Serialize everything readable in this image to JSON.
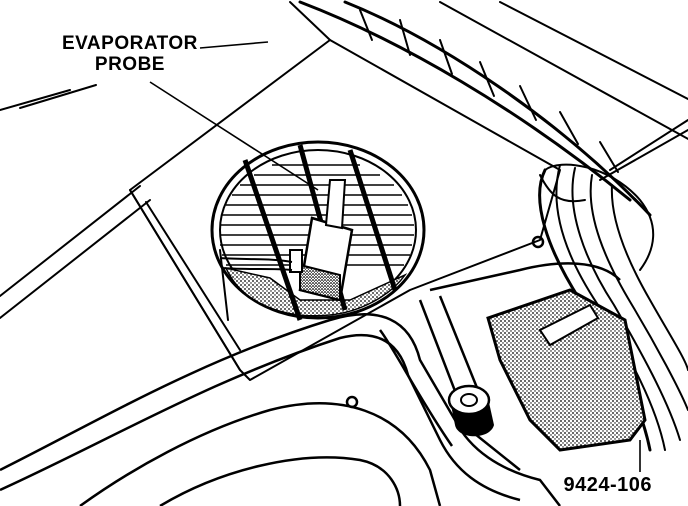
{
  "callouts": [
    {
      "line1": "EVAPORATOR",
      "line2": "PROBE"
    }
  ],
  "figure_id": "9424-106",
  "colors": {
    "ink": "#000000",
    "paper": "#ffffff",
    "shade": "#9a9a9a"
  }
}
